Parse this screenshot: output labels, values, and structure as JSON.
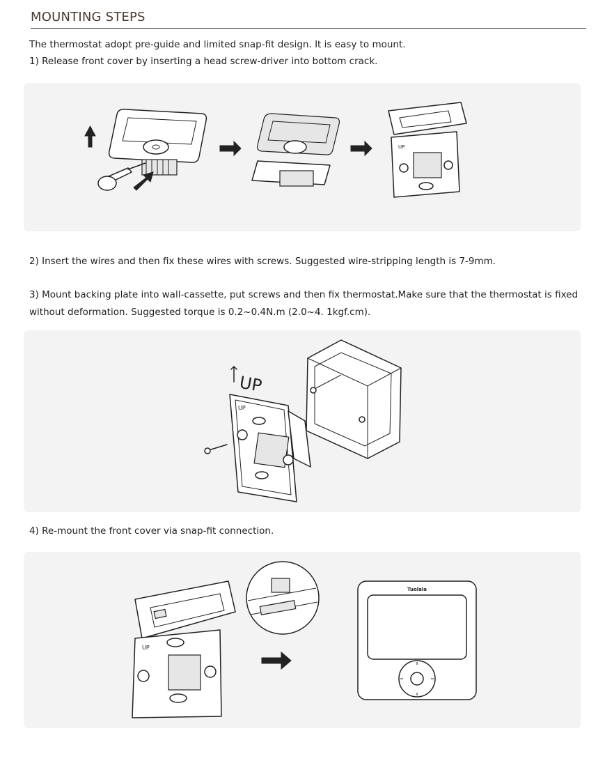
{
  "section": {
    "title": "MOUNTING STEPS"
  },
  "intro": "The thermostat adopt pre-guide and limited snap-fit design. It is easy to mount.",
  "steps": [
    {
      "text": "1)  Release front cover by inserting a head screw-driver into bottom crack."
    },
    {
      "text": "2)  Insert the wires and then fix these wires with screws. Suggested wire-stripping length is 7-9mm."
    },
    {
      "text_line1": "3)  Mount backing plate into wall-cassette, put screws and then fix thermostat.Make sure that the thermostat is fixed",
      "text_line2": "without deformation. Suggested torque is 0.2~0.4N.m (2.0~4. 1kgf.cm)."
    },
    {
      "text": "4)  Re-mount the front cover via snap-fit connection."
    }
  ],
  "illustration_labels": {
    "up_big": "UP",
    "up_small": "UP",
    "brand": "Tuolala"
  },
  "icons": [
    "up-arrow-icon",
    "right-arrow-icon",
    "screwdriver-icon",
    "thermostat-icon",
    "wall-box-icon",
    "screw-icon",
    "dial-icon"
  ]
}
